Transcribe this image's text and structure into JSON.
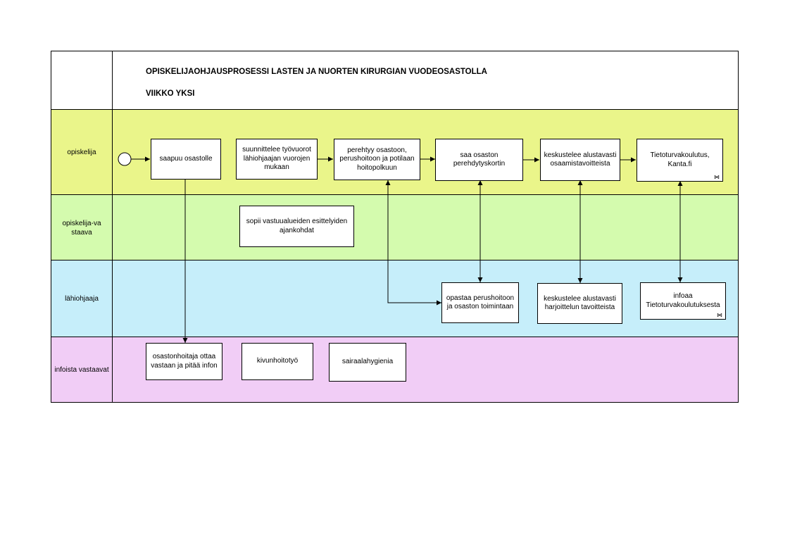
{
  "header": {
    "title": "OPISKELIJAOHJAUSPROSESSI LASTEN JA NUORTEN KIRURGIAN VUODEOSASTOLLA",
    "subtitle": "VIIKKO YKSI"
  },
  "lanes": [
    {
      "label": "opiskelija",
      "color": "#eaf58a"
    },
    {
      "label": "opiskelija-vastaava",
      "color": "#d4fbae"
    },
    {
      "label": "lähiohjaaja",
      "color": "#c6eefa"
    },
    {
      "label": "infoista vastaavat",
      "color": "#f1cdf6"
    }
  ],
  "boxes": {
    "saapuu": "saapuu osastolle",
    "suunnittelee": "suunnittelee työvuorot lähiohjaajan vuorojen mukaan",
    "perehtyy": "perehtyy osastoon, perushoitoon ja potilaan hoitopolkuun",
    "saa": "saa osaston perehdytyskortin",
    "keskustelee_opisk": "keskustelee alustavasti osaamistavoitteista",
    "tietoturva": "Tietoturvakoulutus, Kanta.fi",
    "sopii": "sopii vastuualueiden esittelyiden ajankohdat",
    "opastaa": "opastaa perushoitoon ja osaston toimintaan",
    "keskustelee_lahi": "keskustelee alustavasti harjoittelun tavoitteista",
    "infoaa": "infoaa Tietoturvakoulutuksesta",
    "osastonhoitaja": "osastonhoitaja ottaa vastaan ja pitää infon",
    "kivunhoito": "kivunhoitotyö",
    "sairaalahygienia": "sairaalahygienia"
  }
}
